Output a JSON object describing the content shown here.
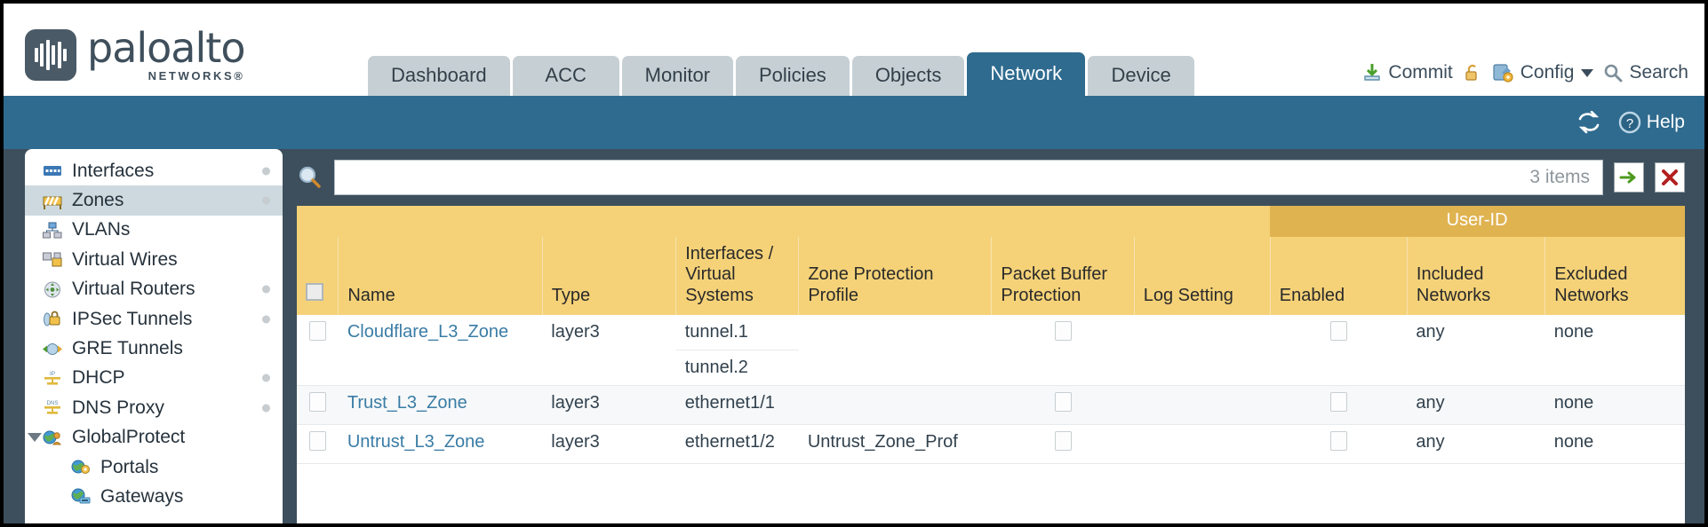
{
  "brand": {
    "name": "paloalto",
    "tagline": "NETWORKS",
    "reg": "®"
  },
  "tabs": [
    {
      "label": "Dashboard",
      "active": false
    },
    {
      "label": "ACC",
      "active": false
    },
    {
      "label": "Monitor",
      "active": false
    },
    {
      "label": "Policies",
      "active": false
    },
    {
      "label": "Objects",
      "active": false
    },
    {
      "label": "Network",
      "active": true
    },
    {
      "label": "Device",
      "active": false
    }
  ],
  "header_actions": {
    "commit": "Commit",
    "config": "Config",
    "search": "Search",
    "lock_icon": "padlock-icon",
    "commit_icon": "commit-icon",
    "config_icon": "config-wrench-icon",
    "search_icon": "search-icon",
    "caret_icon": "chevron-down-icon"
  },
  "utility_bar": {
    "refresh_icon": "refresh-icon",
    "help_label": "Help",
    "help_icon": "help-question-icon"
  },
  "sidebar": {
    "items": [
      {
        "label": "Interfaces",
        "icon": "interfaces-icon",
        "selected": false,
        "dot": true,
        "child": false,
        "expander": false
      },
      {
        "label": "Zones",
        "icon": "zones-icon",
        "selected": true,
        "dot": true,
        "child": false,
        "expander": false
      },
      {
        "label": "VLANs",
        "icon": "vlans-icon",
        "selected": false,
        "dot": false,
        "child": false,
        "expander": false
      },
      {
        "label": "Virtual Wires",
        "icon": "virtual-wires-icon",
        "selected": false,
        "dot": false,
        "child": false,
        "expander": false
      },
      {
        "label": "Virtual Routers",
        "icon": "virtual-routers-icon",
        "selected": false,
        "dot": true,
        "child": false,
        "expander": false
      },
      {
        "label": "IPSec Tunnels",
        "icon": "ipsec-tunnels-icon",
        "selected": false,
        "dot": true,
        "child": false,
        "expander": false
      },
      {
        "label": "GRE Tunnels",
        "icon": "gre-tunnels-icon",
        "selected": false,
        "dot": false,
        "child": false,
        "expander": false
      },
      {
        "label": "DHCP",
        "icon": "dhcp-icon",
        "selected": false,
        "dot": true,
        "child": false,
        "expander": false
      },
      {
        "label": "DNS Proxy",
        "icon": "dns-proxy-icon",
        "selected": false,
        "dot": true,
        "child": false,
        "expander": false
      },
      {
        "label": "GlobalProtect",
        "icon": "globalprotect-icon",
        "selected": false,
        "dot": false,
        "child": false,
        "expander": true
      },
      {
        "label": "Portals",
        "icon": "portals-icon",
        "selected": false,
        "dot": false,
        "child": true,
        "expander": false
      },
      {
        "label": "Gateways",
        "icon": "gateways-icon",
        "selected": false,
        "dot": false,
        "child": true,
        "expander": false
      }
    ]
  },
  "search": {
    "value": "",
    "placeholder": "",
    "items_count": "3 items",
    "apply_icon": "green-arrow-icon",
    "clear_icon": "red-x-icon",
    "magnifier_icon": "search-icon"
  },
  "table": {
    "group_header": "User-ID",
    "columns": [
      "Name",
      "Type",
      "Interfaces / Virtual Systems",
      "Zone Protection Profile",
      "Packet Buffer Protection",
      "Log Setting",
      "Enabled",
      "Included Networks",
      "Excluded Networks"
    ],
    "rows": [
      {
        "name": "Cloudflare_L3_Zone",
        "type": "layer3",
        "interfaces": [
          "tunnel.1",
          "tunnel.2"
        ],
        "zone_protection_profile": "",
        "packet_buffer_protection": false,
        "log_setting": "",
        "userid_enabled": false,
        "included_networks": "any",
        "excluded_networks": "none"
      },
      {
        "name": "Trust_L3_Zone",
        "type": "layer3",
        "interfaces": [
          "ethernet1/1"
        ],
        "zone_protection_profile": "",
        "packet_buffer_protection": false,
        "log_setting": "",
        "userid_enabled": false,
        "included_networks": "any",
        "excluded_networks": "none"
      },
      {
        "name": "Untrust_L3_Zone",
        "type": "layer3",
        "interfaces": [
          "ethernet1/2"
        ],
        "zone_protection_profile": "Untrust_Zone_Prof",
        "packet_buffer_protection": false,
        "log_setting": "",
        "userid_enabled": false,
        "included_networks": "any",
        "excluded_networks": "none"
      }
    ]
  },
  "colors": {
    "brand_blue": "#2f6b8f",
    "body_dark": "#3d4f5c",
    "header_gold": "#f5d278",
    "group_gold": "#e0b351",
    "link_blue": "#3a7ca5"
  }
}
